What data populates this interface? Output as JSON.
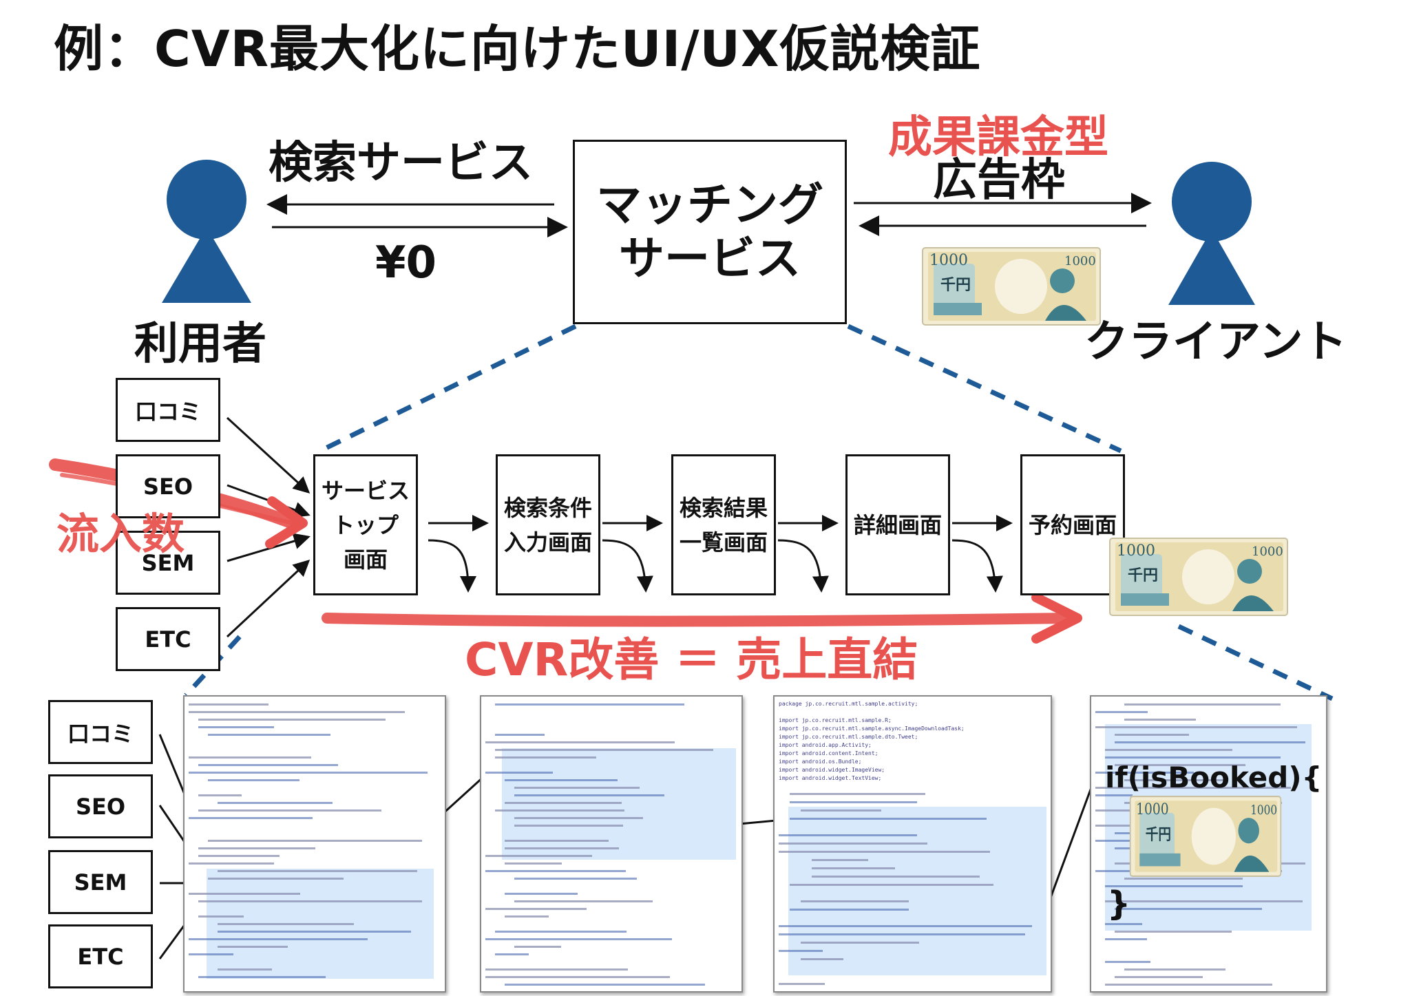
{
  "title": "例：CVR最大化に向けたUI/UX仮説検証",
  "top": {
    "search_service": "検索サービス",
    "price_zero": "¥0",
    "matching_service": [
      "マッチング",
      "サービス"
    ],
    "pay_model_red": "成果課金型",
    "ad_slot": "広告枠",
    "user_label": "利用者",
    "client_label": "クライアント"
  },
  "bill": {
    "denom": "1000",
    "kanji": "千円"
  },
  "sources": [
    "口コミ",
    "SEO",
    "SEM",
    "ETC"
  ],
  "flow_screens": [
    [
      "サービス",
      "トップ",
      "画面"
    ],
    [
      "検索条件",
      "入力画面"
    ],
    [
      "検索結果",
      "一覧画面"
    ],
    [
      "詳細画面"
    ],
    [
      "予約画面"
    ]
  ],
  "overlay": {
    "inflow": "流入数",
    "cvr_improvement": "CVR改善 ＝ 売上直結"
  },
  "code_panels": {
    "p3_lines": [
      "package jp.co.recruit.mtl.sample.activity;",
      "",
      "import jp.co.recruit.mtl.sample.R;",
      "import jp.co.recruit.mtl.sample.async.ImageDownloadTask;",
      "import jp.co.recruit.mtl.sample.dto.Tweet;",
      "import android.app.Activity;",
      "import android.content.Intent;",
      "import android.os.Bundle;",
      "import android.widget.ImageView;",
      "import android.widget.TextView;"
    ],
    "booked": "if(isBooked){",
    "close_brace": "}"
  },
  "colors": {
    "accent_red": "#e8534f",
    "person_blue": "#1d5a96",
    "dash_blue": "#1d5a96",
    "highlight": "#d8e9fb"
  }
}
